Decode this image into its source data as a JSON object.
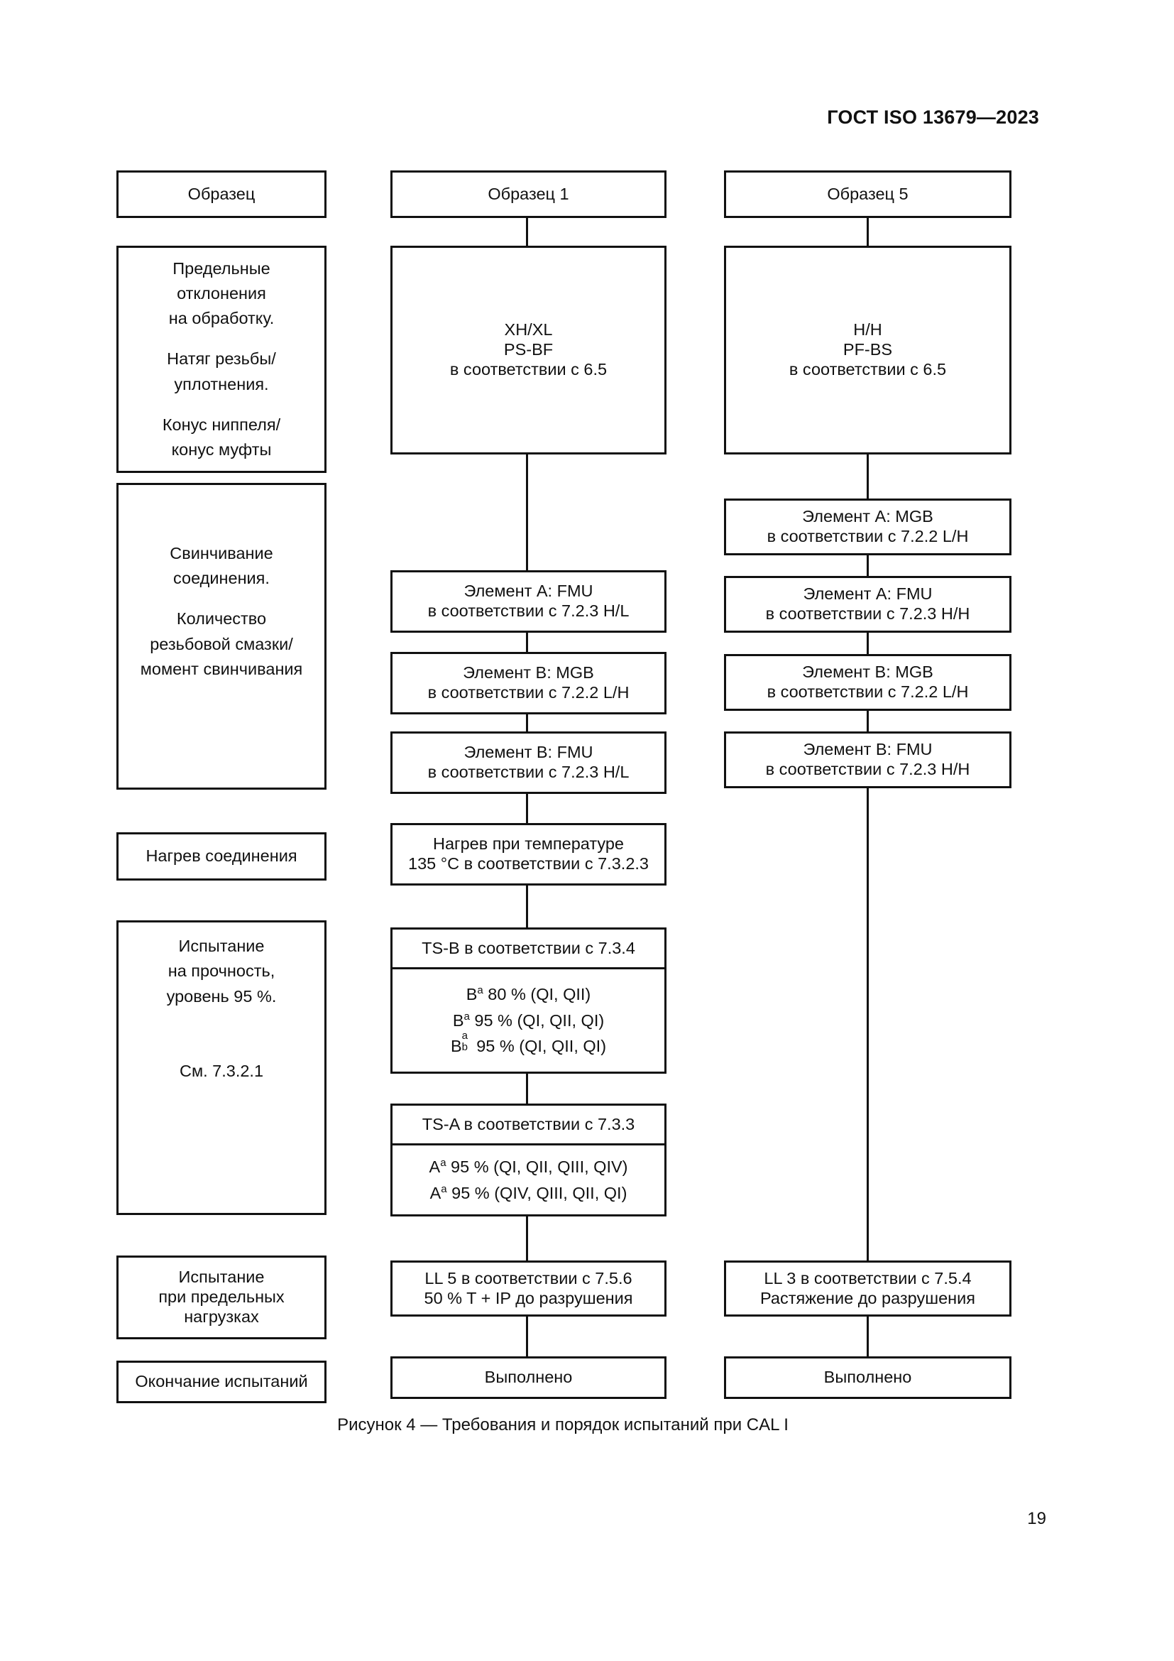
{
  "header": {
    "doc_id": "ГОСТ ISO 13679—2023"
  },
  "labels": {
    "sample": "Образец",
    "tolerances": [
      "Предельные",
      "отклонения",
      "на обработку.",
      "Натяг резьбы/",
      "уплотнения.",
      "Конус ниппеля/",
      "конус муфты"
    ],
    "makeup": [
      "Свинчивание",
      "соединения.",
      "Количество",
      "резьбовой смазки/",
      "момент свинчивания"
    ],
    "heating": "Нагрев соединения",
    "strength": [
      "Испытание",
      "на прочность,",
      "уровень 95 %.",
      "См. 7.3.2.1"
    ],
    "limit_load": [
      "Испытание",
      "при предельных",
      "нагрузках"
    ],
    "end": "Окончание испытаний"
  },
  "col1": {
    "title": "Образец 1",
    "spec": [
      "XH/XL",
      "PS-BF",
      "в соответствии с 6.5"
    ],
    "el_a_fmu": [
      "Элемент А: FMU",
      "в соответствии с 7.2.3 H/L"
    ],
    "el_b_mgb": [
      "Элемент В: MGB",
      "в соответствии с 7.2.2 L/H"
    ],
    "el_b_fmu": [
      "Элемент В: FMU",
      "в соответствии с 7.2.3 H/L"
    ],
    "heat": [
      "Нагрев при температуре",
      "135 °С в соответствии с 7.3.2.3"
    ],
    "tsb_title": "TS-B в соответствии с 7.3.4",
    "tsb": {
      "b": "B",
      "a": "a",
      "b_sub": "b",
      "line1": " 80 % (QI, QII)",
      "line2": " 95 % (QI, QII, QI)",
      "line3": " 95 % (QI, QII, QI)"
    },
    "tsa_title": "TS-A в соответствии с 7.3.3",
    "tsa": {
      "a_letter": "A",
      "a": "a",
      "line1": " 95 % (QI, QII, QIII, QIV)",
      "line2": " 95 % (QIV, QIII, QII, QI)"
    },
    "ll": [
      "LL 5 в соответствии с 7.5.6",
      "50 % T + IP до разрушения"
    ],
    "done": "Выполнено"
  },
  "col2": {
    "title": "Образец 5",
    "spec": [
      "H/H",
      "PF-BS",
      "в соответствии с 6.5"
    ],
    "el_a_mgb": [
      "Элемент А: MGB",
      "в соответствии с 7.2.2 L/H"
    ],
    "el_a_fmu": [
      "Элемент А: FMU",
      "в соответствии с 7.2.3 H/H"
    ],
    "el_b_mgb": [
      "Элемент В: MGB",
      "в соответствии с 7.2.2 L/H"
    ],
    "el_b_fmu": [
      "Элемент В: FMU",
      "в соответствии с 7.2.3 H/H"
    ],
    "ll": [
      "LL 3 в соответствии с 7.5.4",
      "Растяжение до разрушения"
    ],
    "done": "Выполнено"
  },
  "caption": "Рисунок 4 — Требования и порядок испытаний при CAL I",
  "page_number": "19"
}
